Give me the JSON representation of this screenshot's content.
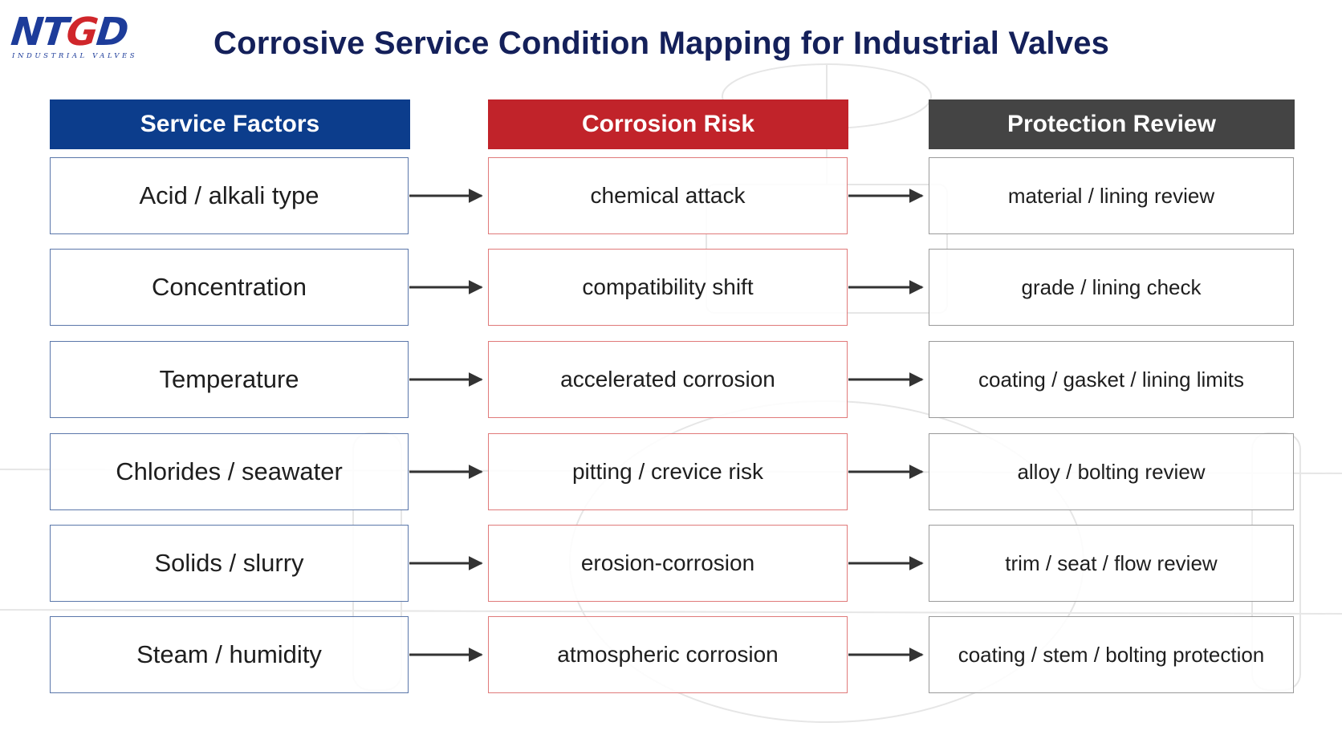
{
  "logo": {
    "mark_left": "NT",
    "mark_mid": "G",
    "mark_right": "D",
    "subtitle": "INDUSTRIAL VALVES"
  },
  "title": "Corrosive Service Condition Mapping for Industrial Valves",
  "columns": {
    "service_factors": "Service Factors",
    "corrosion_risk": "Corrosion Risk",
    "protection_review": "Protection Review"
  },
  "rows": [
    {
      "factor": "Acid / alkali type",
      "risk": "chemical attack",
      "review": "material / lining review"
    },
    {
      "factor": "Concentration",
      "risk": "compatibility shift",
      "review": "grade / lining check"
    },
    {
      "factor": "Temperature",
      "risk": "accelerated corrosion",
      "review": "coating / gasket / lining limits"
    },
    {
      "factor": "Chlorides / seawater",
      "risk": "pitting / crevice risk",
      "review": "alloy / bolting review"
    },
    {
      "factor": "Solids / slurry",
      "risk": "erosion-corrosion",
      "review": "trim / seat / flow review"
    },
    {
      "factor": "Steam / humidity",
      "risk": "atmospheric corrosion",
      "review": "coating / stem / bolting protection"
    }
  ],
  "colors": {
    "title": "#14205a",
    "service_header": "#0c3d8c",
    "risk_header": "#c1232a",
    "review_header": "#444444",
    "arrow": "#333333"
  }
}
